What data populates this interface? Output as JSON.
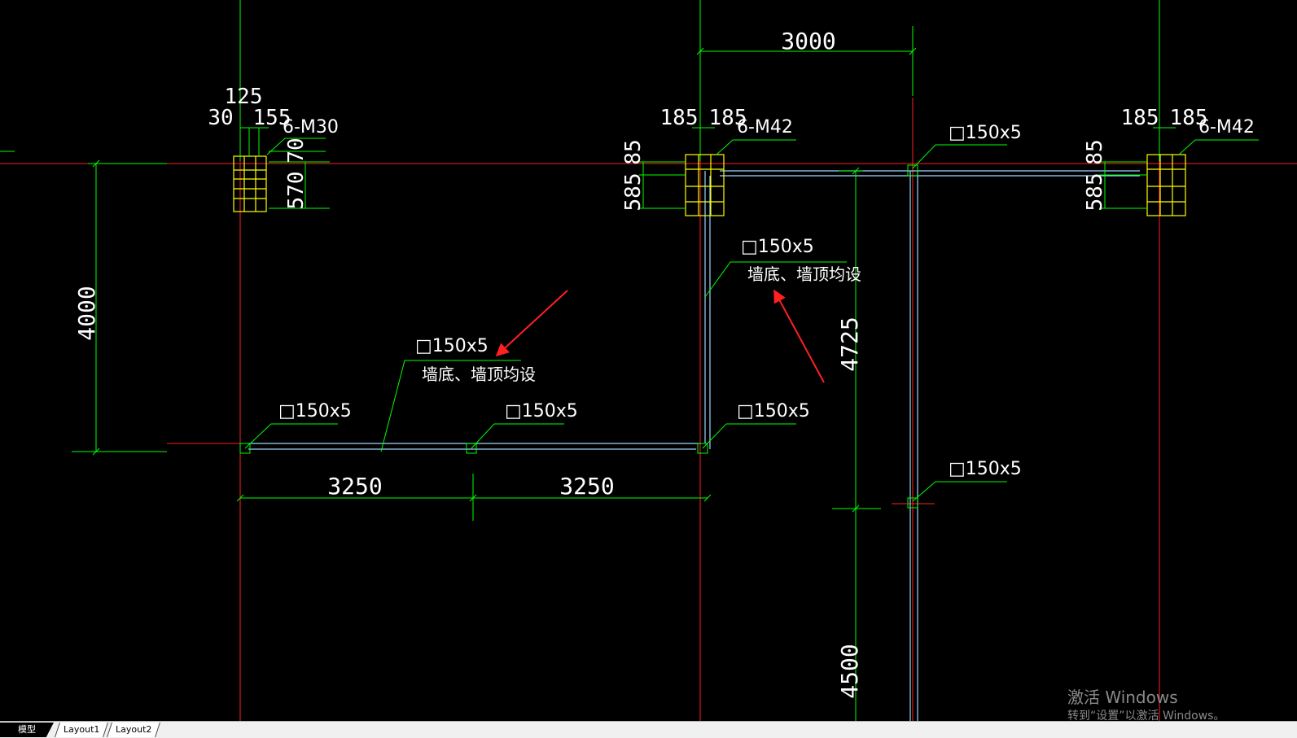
{
  "drawing": {
    "dimensions": {
      "top_span": "3000",
      "left_vertical": "4000",
      "right_vertical_upper": "4725",
      "right_vertical_lower": "4500",
      "bottom_left": "3250",
      "bottom_right": "3250",
      "base1_125": "125",
      "base1_30": "30",
      "base1_155": "155",
      "base1_70": "70",
      "base1_570": "570",
      "base2_185a": "185",
      "base2_185b": "185",
      "base2_585": "585",
      "base2_85": "85",
      "base3_185a": "185",
      "base3_185b": "185",
      "base3_585": "585",
      "base3_85": "85"
    },
    "labels": {
      "bolt_m30": "6-M30",
      "bolt_m42_a": "6-M42",
      "bolt_m42_b": "6-M42",
      "tube_1": "□150x5",
      "tube_2": "□150x5",
      "tube_3": "□150x5",
      "tube_4": "□150x5",
      "tube_5": "□150x5",
      "tube_6": "□150x5",
      "tube_7": "□150x5",
      "note_left": "墙底、墙顶均设",
      "note_right": "墙底、墙顶均设"
    },
    "colors": {
      "background": "#000000",
      "axis": "#ff2020",
      "dimension": "#00ff00",
      "steel": "#9ad7ff",
      "baseplate": "#ffff00",
      "text": "#ffffff",
      "markup_arrow": "#ff2020"
    }
  },
  "watermark": {
    "line1": "激活 Windows",
    "line2": "转到“设置”以激活 Windows。"
  },
  "tabs": {
    "model": "模型",
    "layout1": "Layout1",
    "layout2": "Layout2"
  }
}
